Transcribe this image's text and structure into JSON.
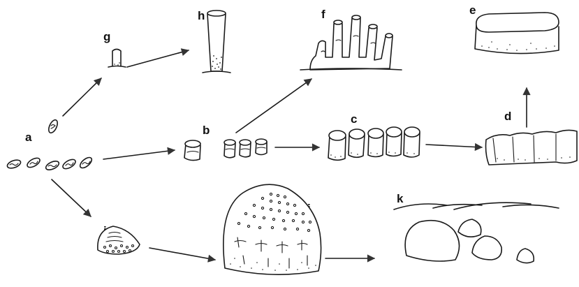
{
  "diagram": {
    "labels": {
      "a": "a",
      "b": "b",
      "c": "c",
      "d": "d",
      "e": "e",
      "f": "f",
      "g": "g",
      "h": "h",
      "i": "i",
      "j": "j",
      "k": "k"
    },
    "colors": {
      "ink": "#1a1a1a",
      "background": "#ffffff",
      "arrowhead": "#333333"
    }
  }
}
